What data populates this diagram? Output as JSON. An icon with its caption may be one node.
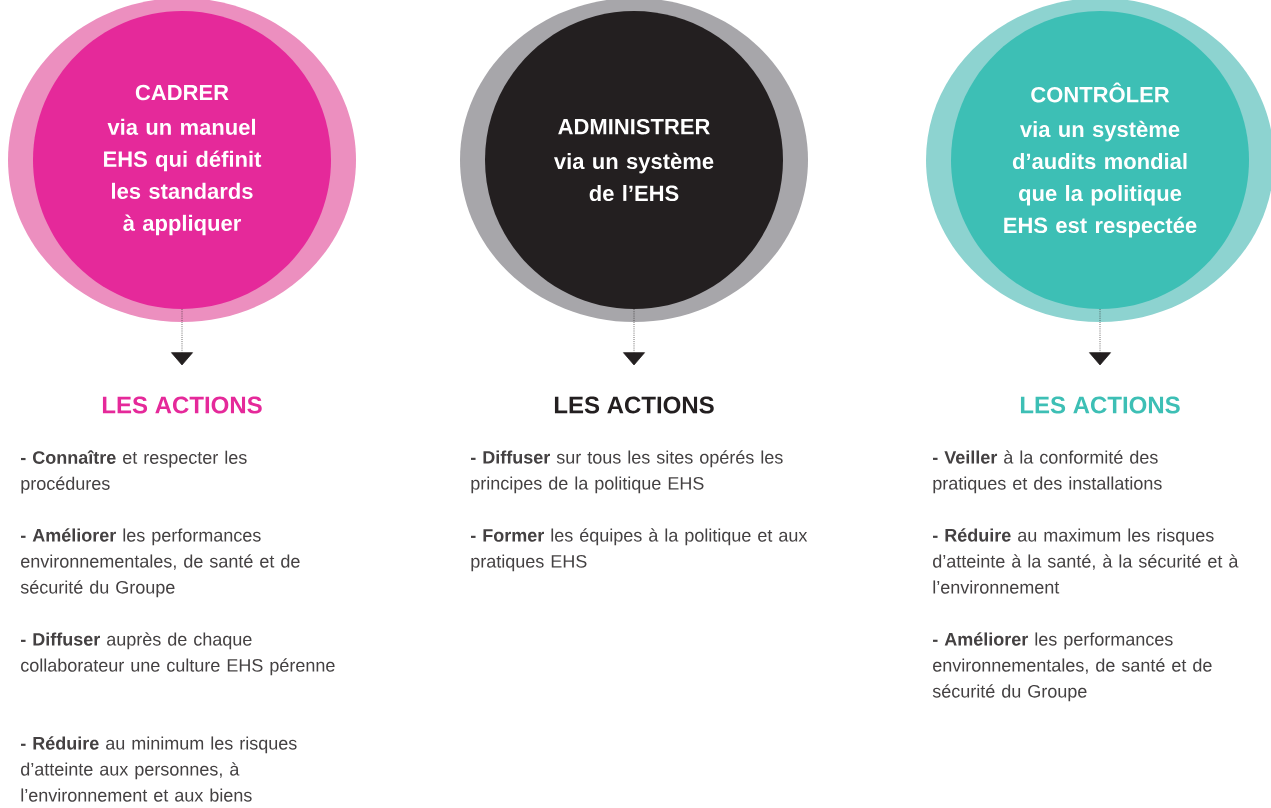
{
  "diagram": {
    "nodes": [
      {
        "text": [
          "CADRER",
          "via un manuel EHS qui définit les standards à appliquer"
        ]
      },
      {
        "text": [
          "LES ACTIONS"
        ]
      },
      {
        "text": [
          "ADMINISTRER",
          "via un système de l’EHS"
        ]
      },
      {
        "text": [
          "LES ACTIONS"
        ]
      },
      {
        "text": [
          "CONTRÔLER",
          "via un système d’audits mondial que la politique EHS est respectée"
        ]
      },
      {
        "text": [
          "LES ACTIONS"
        ]
      }
    ],
    "edges": [
      {
        "from": 0,
        "to": 1,
        "arrow": "to",
        "style": "dashed"
      },
      {
        "from": 2,
        "to": 3,
        "arrow": "to",
        "style": "dashed"
      },
      {
        "from": 4,
        "to": 5,
        "arrow": "to",
        "style": "dashed"
      }
    ],
    "labels": [
      "**- Connaître** et respecter les procédures",
      "**- Améliorer** les performances environnementales, de santé et de sécurité du Groupe",
      "**- Diffuser** auprès de chaque collaborateur une culture EHS pérenne",
      "**- Réduire** au minimum les risques d’atteinte aux personnes, à l’environnement et aux biens",
      "**- Diffuser** sur tous les sites opérés les principes de la politique EHS",
      "**- Former** les équipes à la politique et aux pratiques EHS",
      "**- Veiller** à la conformité des pratiques et des installations",
      "**- Réduire** au maximum les risques d’atteinte à la santé, à la sécurité et à l’environnement",
      "**- Améliorer** les performances environnementales, de santé et de sécurité du Groupe"
    ]
  }
}
